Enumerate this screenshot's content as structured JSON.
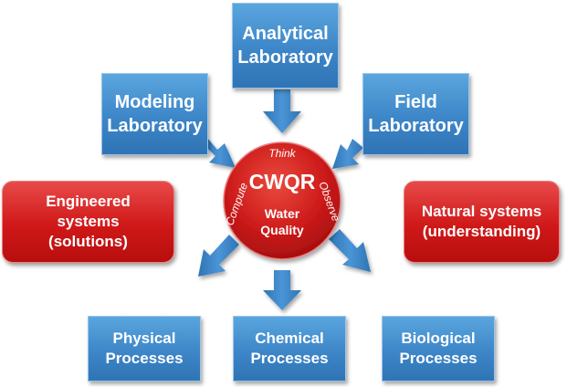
{
  "labs": {
    "analytical": "Analytical\nLaboratory",
    "modeling": "Modeling\nLaboratory",
    "field": "Field\nLaboratory"
  },
  "systems": {
    "engineered": "Engineered\nsystems\n(solutions)",
    "natural": "Natural systems\n(understanding)"
  },
  "center": {
    "title": "CWQR",
    "subtitle": "Water\nQuality",
    "think": "Think",
    "compute": "Compute",
    "observe": "Observe"
  },
  "processes": {
    "physical": "Physical\nProcesses",
    "chemical": "Chemical\nProcesses",
    "biological": "Biological\nProcesses"
  },
  "colors": {
    "box_blue": "#3d86c8",
    "box_red": "#d01818",
    "circle_red": "#cc1a1a",
    "arrow_blue": "#3a82c4"
  }
}
